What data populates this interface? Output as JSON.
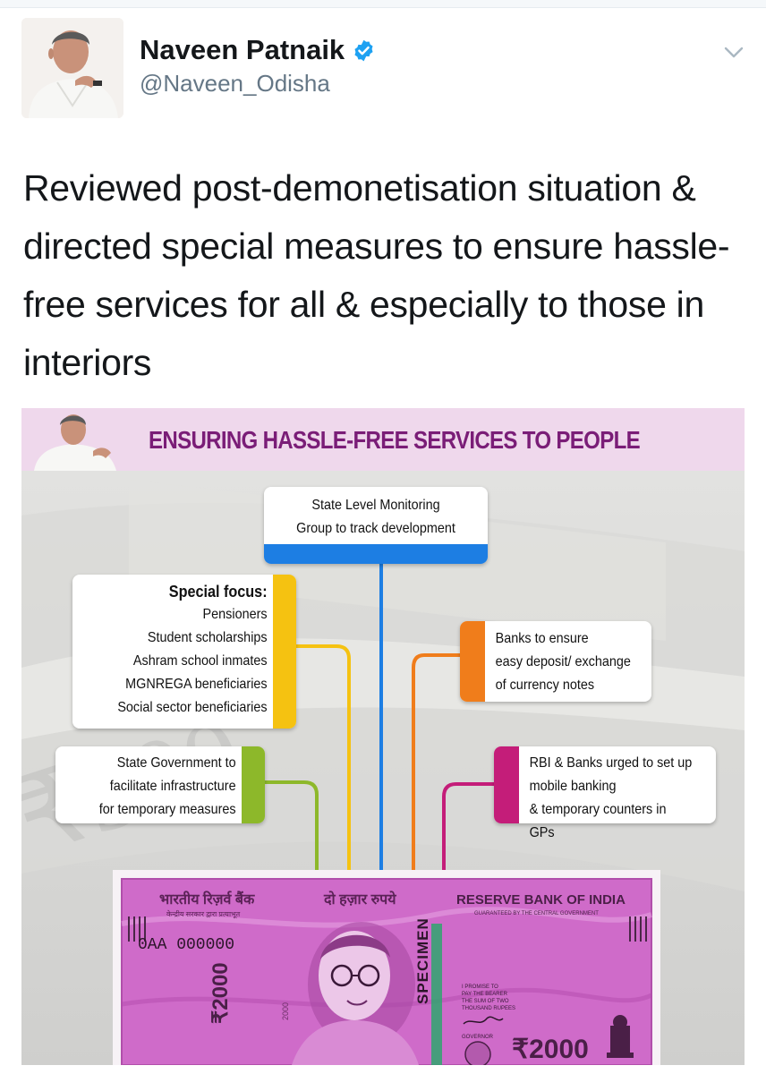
{
  "tweet": {
    "author_name": "Naveen Patnaik",
    "handle": "@Naveen_Odisha",
    "text": "Reviewed post-demonetisation situation & directed special measures to ensure hassle-free services for all & especially to those in interiors"
  },
  "infographic": {
    "title": "ENSURING HASSLE-FREE SERVICES TO PEOPLE",
    "monitoring": {
      "line1": "State Level Monitoring",
      "line2": "Group to track development"
    },
    "special_focus": {
      "heading": "Special focus:",
      "items": [
        "Pensioners",
        "Student scholarships",
        "Ashram school inmates",
        "MGNREGA beneficiaries",
        "Social sector beneficiaries"
      ]
    },
    "state_gov": {
      "line1": "State Government to",
      "line2": "facilitate infrastructure",
      "line3": "for temporary measures"
    },
    "banks": {
      "line1": "Banks to ensure",
      "line2": "easy deposit/ exchange",
      "line3": "of currency notes"
    },
    "rbi": {
      "line1": "RBI & Banks urged to set up",
      "line2": "mobile banking",
      "line3": "& temporary counters in GPs"
    }
  },
  "banknote": {
    "bank_hindi": "भारतीय रिज़र्व बैंक",
    "sub_hindi": "केन्द्रीय सरकार द्वारा प्रत्याभूत",
    "denom_hindi": "दो हज़ार रुपये",
    "bank_english": "RESERVE BANK OF INDIA",
    "guarantee": "GUARANTEED BY THE CENTRAL GOVERNMENT",
    "serial": "0AA 000000",
    "specimen": "SPECIMEN",
    "value_vertical": "₹2000",
    "value_small": "2000",
    "value_main": "₹2000",
    "promise": [
      "I PROMISE TO",
      "PAY THE BEARER",
      "THE SUM OF TWO",
      "THOUSAND RUPEES"
    ],
    "governor": "GOVERNOR"
  },
  "colors": {
    "title": "#7a1d77",
    "banner": "#efd8ec",
    "blue": "#1d7ee3",
    "yellow": "#f5c211",
    "green": "#8db82a",
    "orange": "#f07d1b",
    "magenta": "#c41d79",
    "note": "#cf6bc9"
  }
}
